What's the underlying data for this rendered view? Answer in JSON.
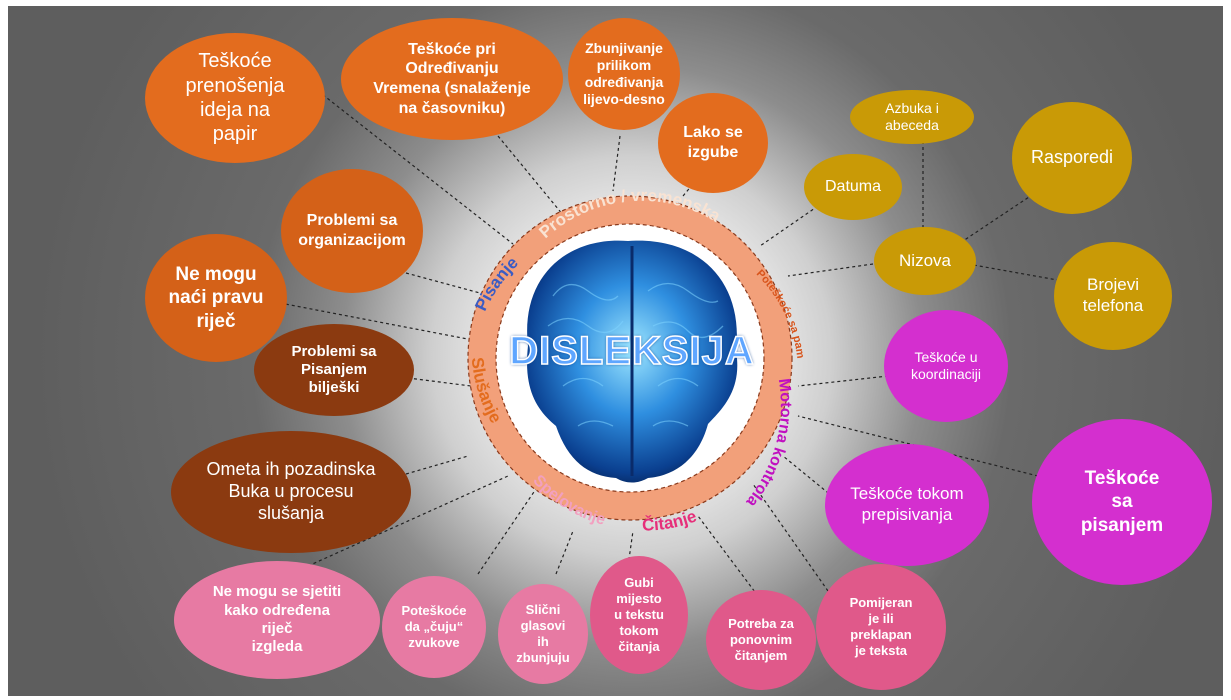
{
  "title": "DISLEKSIJA",
  "ring_labels": {
    "prostorno": "Prostorno / vremenska",
    "memory": "Poteškoće sa pamćenjem",
    "motor": "Motorna kontrola",
    "citanje": "Čitanje",
    "spelovanje": "Spelovanje",
    "slusanje": "Slušanje",
    "pisanje": "Pisanje"
  },
  "bubbles": {
    "tesko_prenosenja": "Teškoće\nprenošenja\nideja na\npapir",
    "odredjivanje_vremena": "Teškoće pri\nOdređivanju\nVremena (snalaženje\nna časovniku)",
    "zbunjivanje": "Zbunjivanje\nprilikom\nodređivanja\nlijevo-desno",
    "lako_izgube": "Lako se\nizgube",
    "problemi_organizacija": "Problemi sa\norganizacijom",
    "ne_mogu_naci": "Ne mogu\nnaći pravu\nriječ",
    "problemi_biljeski": "Problemi sa\nPisanjem\nbilješki",
    "ometa_buka": "Ometa ih pozadinska\nBuka u procesu\nslušanja",
    "ne_mogu_sjetiti": "Ne mogu se sjetiti\nkako određena\nriječ\nizgleda",
    "poteskoce_cuju": "Poteškoće\nda „čuju“\nzvukove",
    "slicni_glasovi": "Slični\nglasovi\nih\nzbunjuju",
    "gubi_mjesto": "Gubi\nmijesto\nu tekstu\ntokom\nčitanja",
    "potreba_citanje": "Potreba za\nponovnim\nčitanjem",
    "pomijeran_tekst": "Pomijeran\nje ili\npreklapan\nje teksta",
    "teskoce_prepisivanja": "Teškoće tokom\nprepisivanja",
    "teskoce_pisanjem": "Teškoće\nsa\npisanjem",
    "teskoce_koordinaciji": "Teškoće u\nkoordinaciji",
    "datuma": "Datuma",
    "azbuka": "Azbuka i\nabeceda",
    "rasporedi": "Rasporedi",
    "nizova": "Nizova",
    "brojevi": "Brojevi\ntelefona"
  },
  "colors": {
    "orange": "#e36c1e",
    "brown": "#8b3a10",
    "gold": "#c99a06",
    "magenta": "#d42fcf",
    "pink": "#e77aa3",
    "ring": "#f2a07a"
  }
}
